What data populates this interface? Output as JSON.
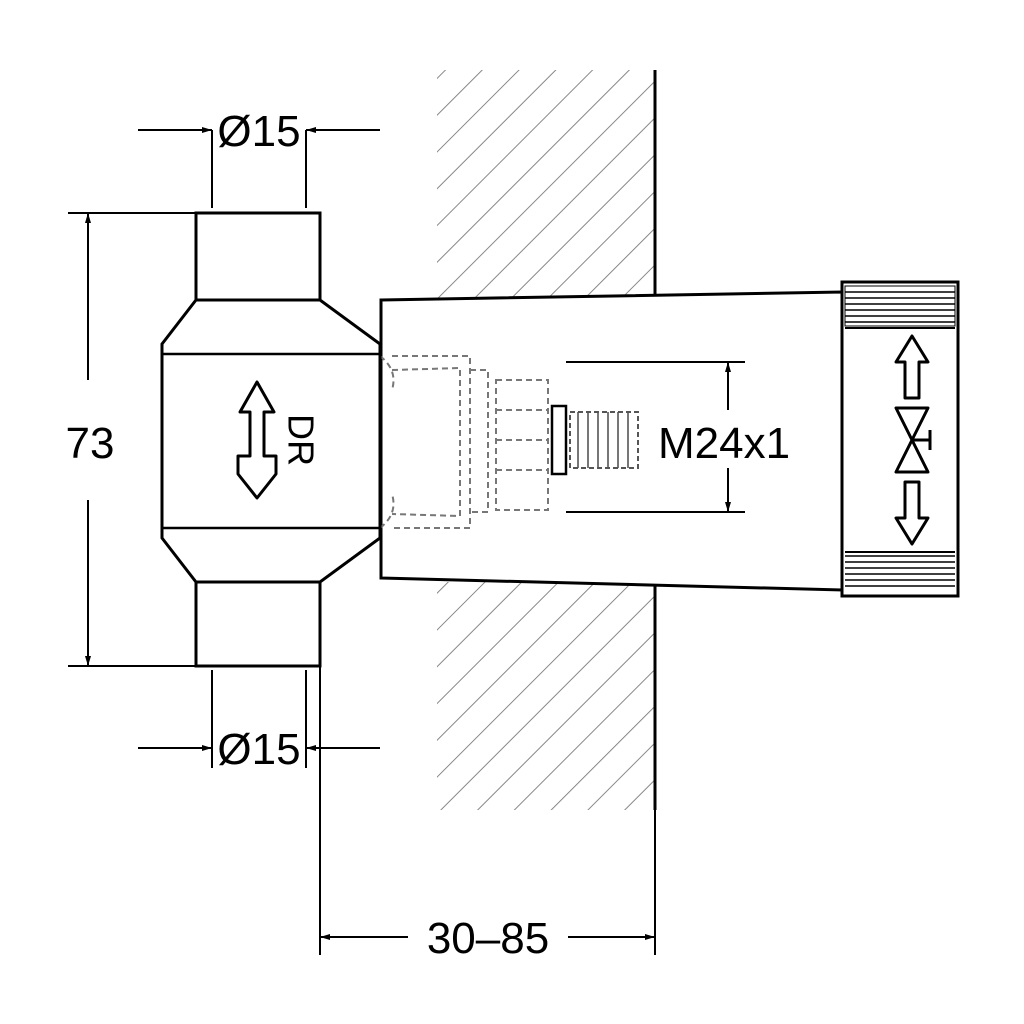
{
  "dimensions": {
    "top_diameter": "Ø15",
    "bottom_diameter": "Ø15",
    "height": "73",
    "thread": "M24x1",
    "depth_range": "30–85"
  },
  "markings": {
    "body_label": "DR"
  },
  "icons": [
    "flow-arrow-icon",
    "up-arrow-icon",
    "valve-icon",
    "down-arrow-icon"
  ],
  "colors": {
    "line": "#000000",
    "hatch": "#888888",
    "hidden": "#777777",
    "background": "#ffffff"
  }
}
